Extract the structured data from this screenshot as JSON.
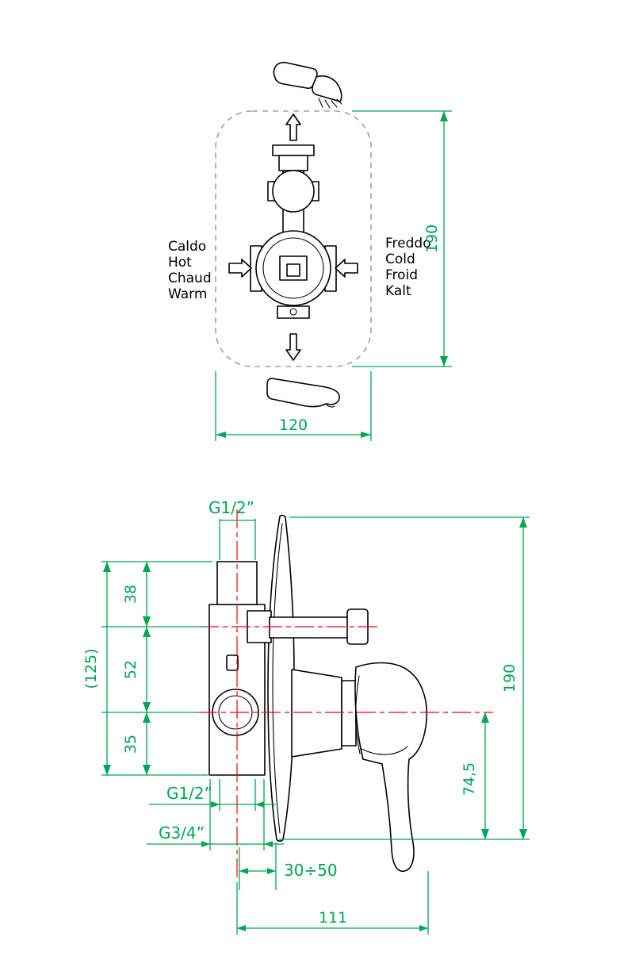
{
  "colors": {
    "dimension_green": "#00A651",
    "centerline_red": "#FF0000",
    "drawing_ink": "#000000",
    "dashed_box_gray": "#9aa0a6"
  },
  "top_view": {
    "hot_labels": [
      "Caldo",
      "Hot",
      "Chaud",
      "Warm"
    ],
    "cold_labels": [
      "Freddo",
      "Cold",
      "Froid",
      "Kalt"
    ],
    "dim_height": "190",
    "dim_width": "120"
  },
  "bottom_view": {
    "thread_top": "G1/2”",
    "d38": "38",
    "d52": "52",
    "d35": "35",
    "d125": "(125)",
    "d190": "190",
    "d74_5": "74,5",
    "thread_bottom": "G1/2”",
    "thread_inlet": "G3/4”",
    "wall_range": "30÷50",
    "d111": "111"
  }
}
